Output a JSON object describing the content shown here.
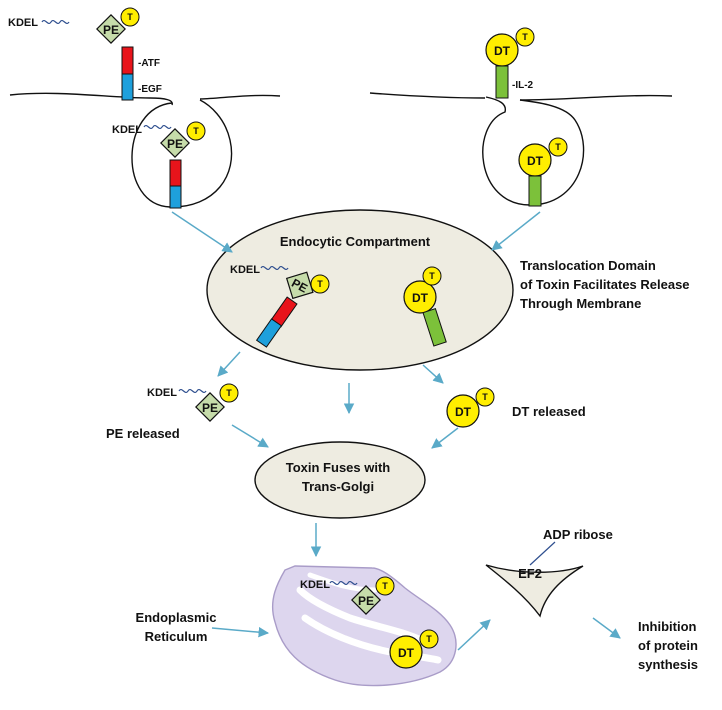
{
  "labels": {
    "atf": "-ATF",
    "egf": "-EGF",
    "il2": "-IL-2",
    "endocytic": "Endocytic Compartment",
    "translocation": [
      "Translocation Domain",
      "of Toxin Facilitates Release",
      "Through Membrane"
    ],
    "pe_released": "PE released",
    "dt_released": "DT released",
    "fuses": [
      "Toxin Fuses with",
      "Trans-Golgi"
    ],
    "er": [
      "Endoplasmic",
      "Reticulum"
    ],
    "adp": "ADP ribose",
    "ef2": "EF2",
    "inhibition": [
      "Inhibition",
      "of protein",
      "synthesis"
    ]
  },
  "toxin": {
    "pe": "PE",
    "dt": "DT",
    "t": "T",
    "kdel": "KDEL"
  },
  "colors": {
    "arrow": "#5aaac8",
    "pe_fill": "#c6dcaa",
    "toxin_yellow": "#ffee00",
    "atf_red": "#e8141b",
    "egf_blue": "#1ea0dc",
    "il2_green": "#7cc13a",
    "compartment_fill": "#eeece1",
    "er_fill": "#ddd6ee",
    "er_stroke": "#a99cc8"
  }
}
